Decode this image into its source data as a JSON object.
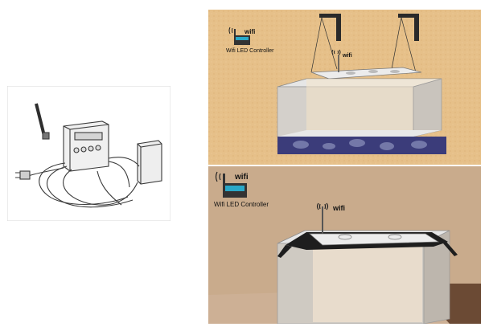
{
  "panels": [
    {
      "controller_label": "Wifi LED Controller",
      "wifi_small": "wifi",
      "wifi_device": "wifi"
    },
    {
      "controller_label": "Wifi LED Controller",
      "wifi_small": "wifi",
      "wifi_device": "wifi"
    }
  ],
  "colors": {
    "sand": "#e8c48c",
    "soil": "#c9ab8c",
    "tank_glass": "#dcdcdc",
    "light_bar": "#e9e9e9",
    "bracket": "#2a2a2a",
    "gravel": "#3b3c7a",
    "screen": "#2aa8c8"
  }
}
